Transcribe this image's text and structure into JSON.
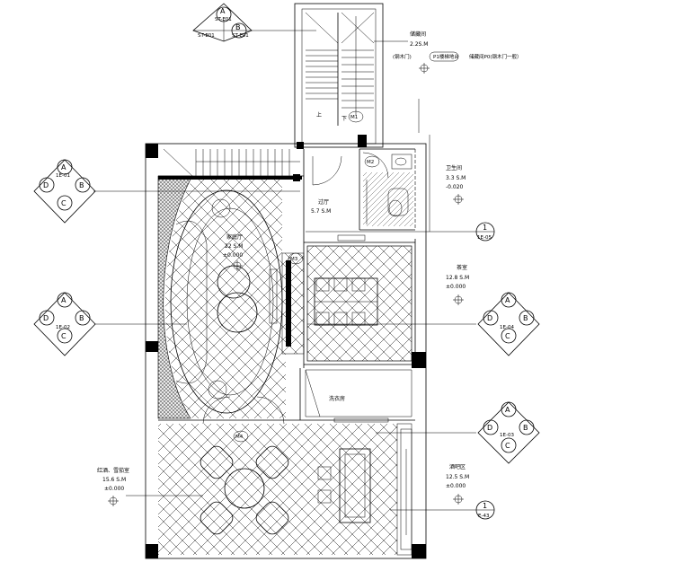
{
  "rooms": {
    "storage": {
      "name": "储藏间",
      "area": "2.2S.M"
    },
    "toilet": {
      "name": "卫生间",
      "area": "3.3 S.M",
      "level": "-0.020"
    },
    "hall": {
      "name": "过厅",
      "area": "5.7 S.M"
    },
    "family": {
      "name": "家庭厅",
      "area": "22 S.M",
      "level": "±0.000"
    },
    "tea": {
      "name": "茶室",
      "area": "12.8 S.M",
      "level": "±0.000"
    },
    "laundry": {
      "name": "洗衣房"
    },
    "wine": {
      "name": "红酒、雪茄室",
      "area": "15.6 S.M",
      "level": "±0.000"
    },
    "bar": {
      "name": "酒吧区",
      "area": "12.5 S.M",
      "level": "±0.000"
    }
  },
  "notes": {
    "storage_note_a": "(钢木门)",
    "storage_note_b": "P1楼梯地台",
    "storage_note_c": "储藏间P0(钢木门一般）"
  },
  "stair_marks": {
    "up": "上",
    "down": "下"
  },
  "door_tags": [
    "M1",
    "M2",
    "M3",
    "M4"
  ],
  "elevations": {
    "top": {
      "a": "A",
      "b": "B",
      "code_a": "ST-E01",
      "code_b": "ST-E01",
      "code_c": "ST-E01"
    },
    "west1": {
      "a": "A",
      "b": "B",
      "c": "C",
      "d": "D",
      "code": "1E-01"
    },
    "west2": {
      "a": "A",
      "b": "B",
      "c": "C",
      "d": "D",
      "code": "1E-02"
    },
    "east1": {
      "a": "A",
      "b": "B",
      "c": "C",
      "d": "D",
      "code": "1E-04"
    },
    "east2": {
      "a": "A",
      "b": "B",
      "c": "C",
      "d": "D",
      "code": "1E-03"
    }
  },
  "section_marks": {
    "s1": {
      "num": "1",
      "code": "1E-05"
    },
    "s2": {
      "num": "1",
      "code": "E-43"
    }
  },
  "colors": {
    "ink": "#000000",
    "paper": "#ffffff",
    "poche": "#555555"
  }
}
